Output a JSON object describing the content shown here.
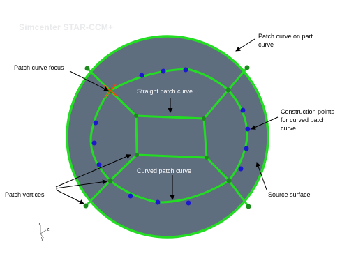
{
  "watermark": "Simcenter STAR-CCM+",
  "labels": {
    "patch_curve_on_part": "Patch curve on part",
    "patch_curve_on_part_2": "curve",
    "patch_curve_focus": "Patch curve focus",
    "straight_patch_curve": "Straight patch curve",
    "construction_points_1": "Construction points",
    "construction_points_2": "for curved patch",
    "construction_points_3": "curve",
    "curved_patch_curve": "Curved patch curve",
    "patch_vertices": "Patch vertices",
    "source_surface": "Source surface"
  },
  "triad": {
    "x": "x",
    "y": "y",
    "z": "z"
  },
  "colors": {
    "surface": "#5f6e7f",
    "curve": "#22dd22",
    "vertex": "#1c8a1c",
    "construction_point": "#1a1acc",
    "focus": "#ff4400"
  }
}
